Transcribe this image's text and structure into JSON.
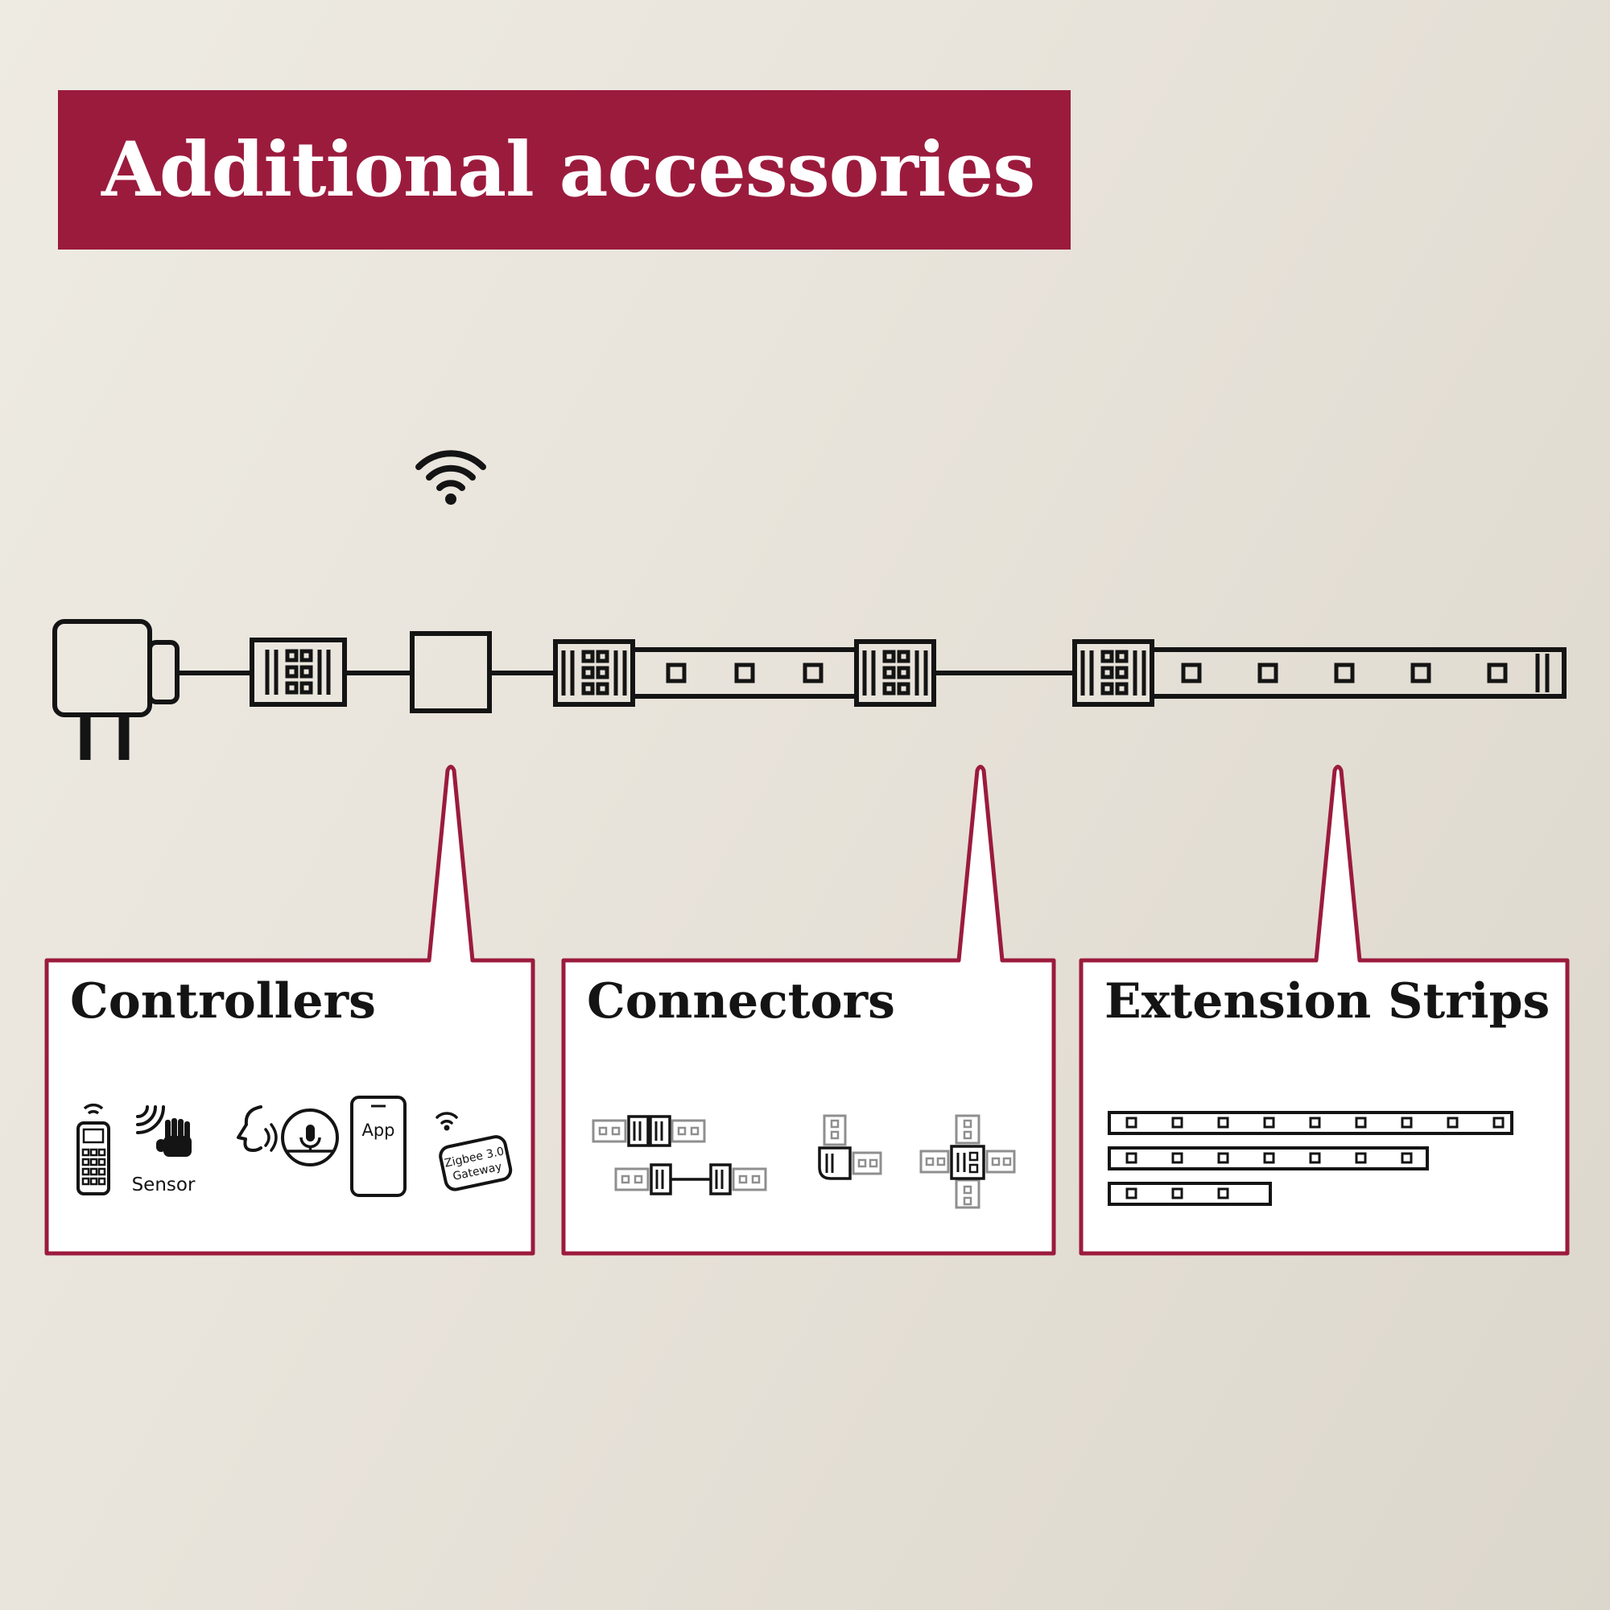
{
  "banner": {
    "title": "Additional accessories"
  },
  "colors": {
    "accent": "#9b1b3d",
    "background": "#e8e3da",
    "line": "#141414",
    "panel": "#ffffff",
    "muted_strip": "#8f8f8f"
  },
  "schematic": {
    "parts": [
      "power-plug",
      "strip-connector",
      "wifi-controller",
      "led-strip-segment-1",
      "led-strip-segment-2"
    ]
  },
  "callouts": [
    {
      "title": "Controllers",
      "icons": [
        "remote-control",
        "motion-sensor",
        "voice-control",
        "app-zigbee-gateway"
      ],
      "labels": {
        "sensor": "Sensor",
        "app": "App",
        "zigbee": "Zigbee 3.0",
        "gateway": "Gateway"
      }
    },
    {
      "title": "Connectors",
      "icons": [
        "straight-connector",
        "corner-connector",
        "cross-connector"
      ]
    },
    {
      "title": "Extension Strips",
      "icons": [
        "extension-strip-long",
        "extension-strip-medium",
        "extension-strip-short"
      ]
    }
  ]
}
